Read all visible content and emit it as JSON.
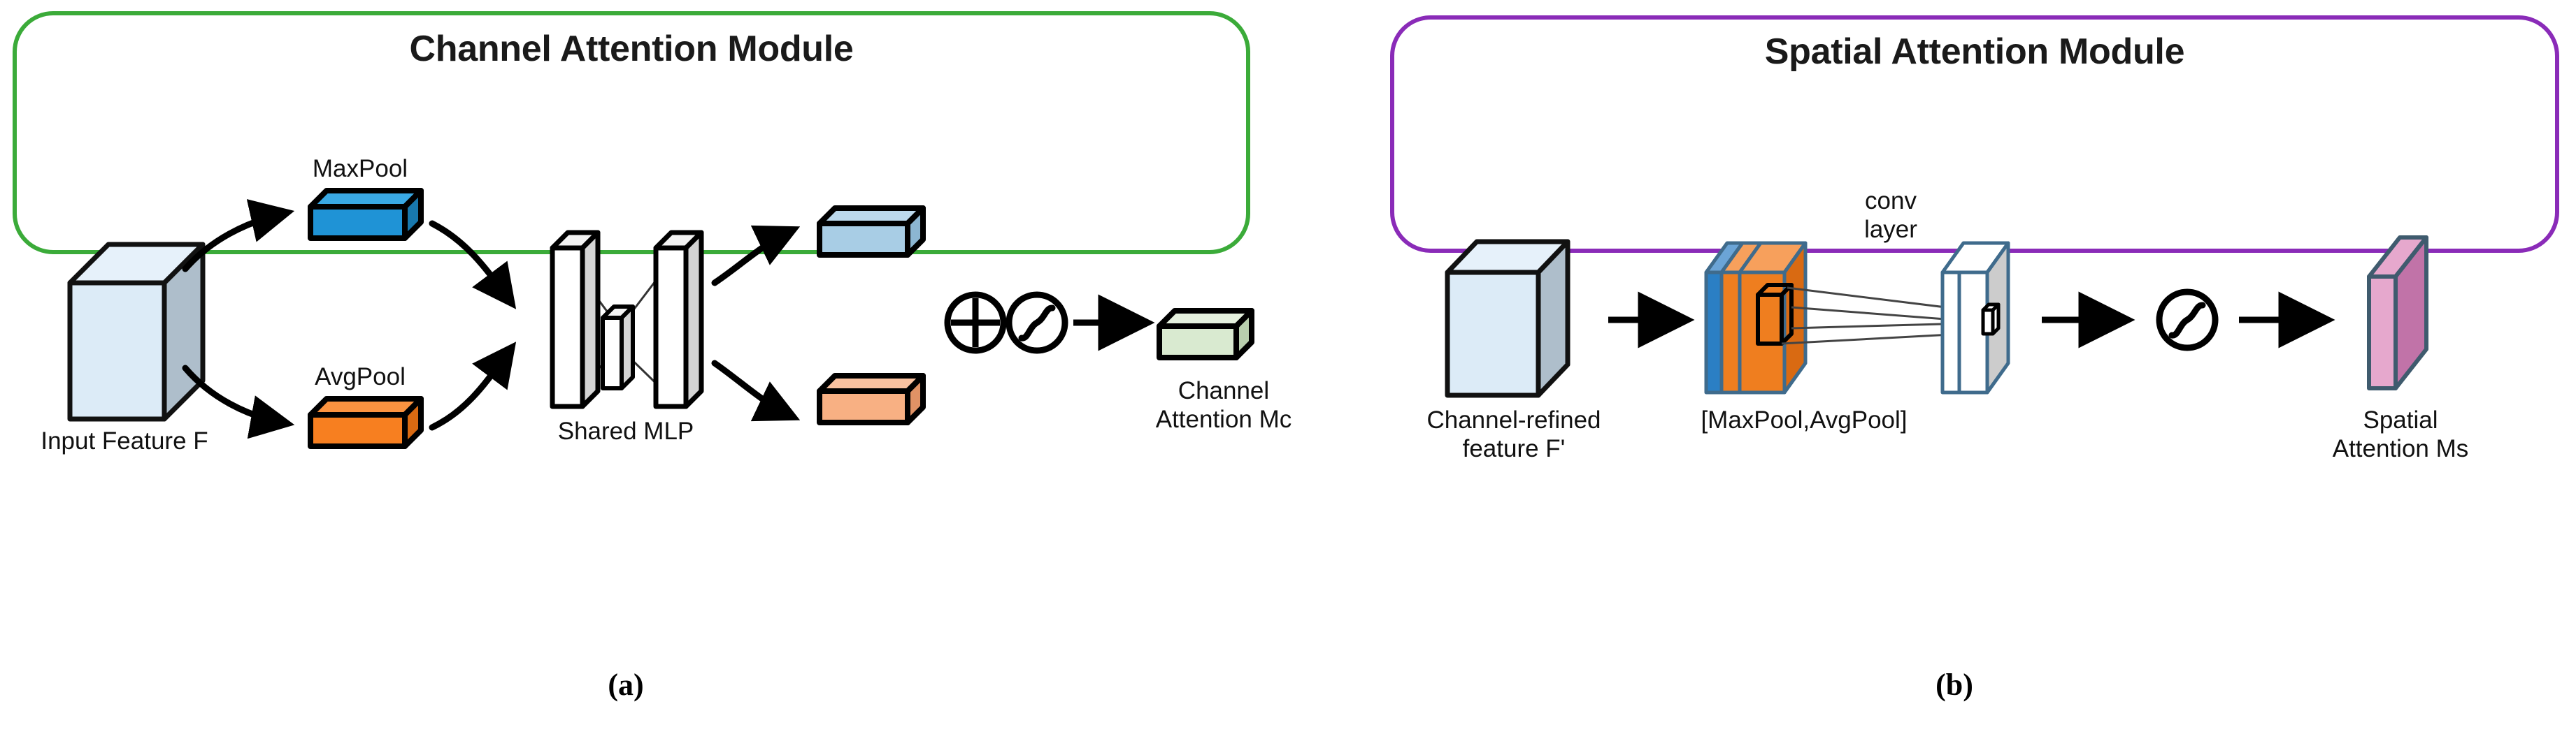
{
  "figure": {
    "panels": [
      {
        "id": "channel-attention-module",
        "title": "Channel Attention Module",
        "caption": "(a)",
        "border_color": "#3bab39",
        "labels": {
          "input_feature": "Input Feature F",
          "maxpool": "MaxPool",
          "avgpool": "AvgPool",
          "shared_mlp": "Shared MLP",
          "output": "Channel\nAttention Mc"
        },
        "operators": [
          "elementwise-sum",
          "sigmoid"
        ],
        "block_colors": {
          "input_cube_front": "#dcebf7",
          "input_cube_top": "#e6f1fa",
          "input_cube_side": "#aebecb",
          "maxpool_bar": "#1f93d6",
          "maxpool_bar_top": "#3aa9e4",
          "maxpool_bar_side": "#1878ad",
          "avgpool_bar": "#f77f20",
          "avgpool_bar_top": "#fb9340",
          "avgpool_bar_side": "#d96a12",
          "mlp_out_blue": "#a8cde5",
          "mlp_out_blue_top": "#bcd9ec",
          "mlp_out_blue_side": "#8cb6d2",
          "mlp_out_peach": "#f8b083",
          "mlp_out_peach_top": "#fac2a0",
          "mlp_out_peach_side": "#e09265",
          "result_green": "#d9ead0",
          "result_green_top": "#e5f1de",
          "result_green_side": "#b9cfae",
          "mlp_slab_face": "#ffffff",
          "mlp_slab_side": "#d4d4d4"
        }
      },
      {
        "id": "spatial-attention-module",
        "title": "Spatial Attention Module",
        "caption": "(b)",
        "border_color": "#8a2bb8",
        "labels": {
          "input_feature": "Channel-refined\nfeature F'",
          "pooled": "[MaxPool,AvgPool]",
          "conv_layer": "conv\nlayer",
          "output": "Spatial\nAttention Ms"
        },
        "operators": [
          "sigmoid"
        ],
        "block_colors": {
          "input_cube_front": "#dcebf7",
          "input_cube_top": "#e6f1fa",
          "input_cube_side": "#aebecb",
          "maxpool_slab": "#2b7fc4",
          "maxpool_slab_top": "#6ba4d6",
          "avgpool_slab": "#ef7e1f",
          "avgpool_slab_top": "#f7a05c",
          "conv_out_face": "#ffffff",
          "conv_out_side": "#cccccc",
          "conv_out_edge": "#3f6b8c",
          "spatial_front": "#c173a8",
          "spatial_top": "#e6a8cd",
          "spatial_side": "#e6a8cd",
          "spatial_edge": "#3f5b6e"
        }
      }
    ]
  }
}
